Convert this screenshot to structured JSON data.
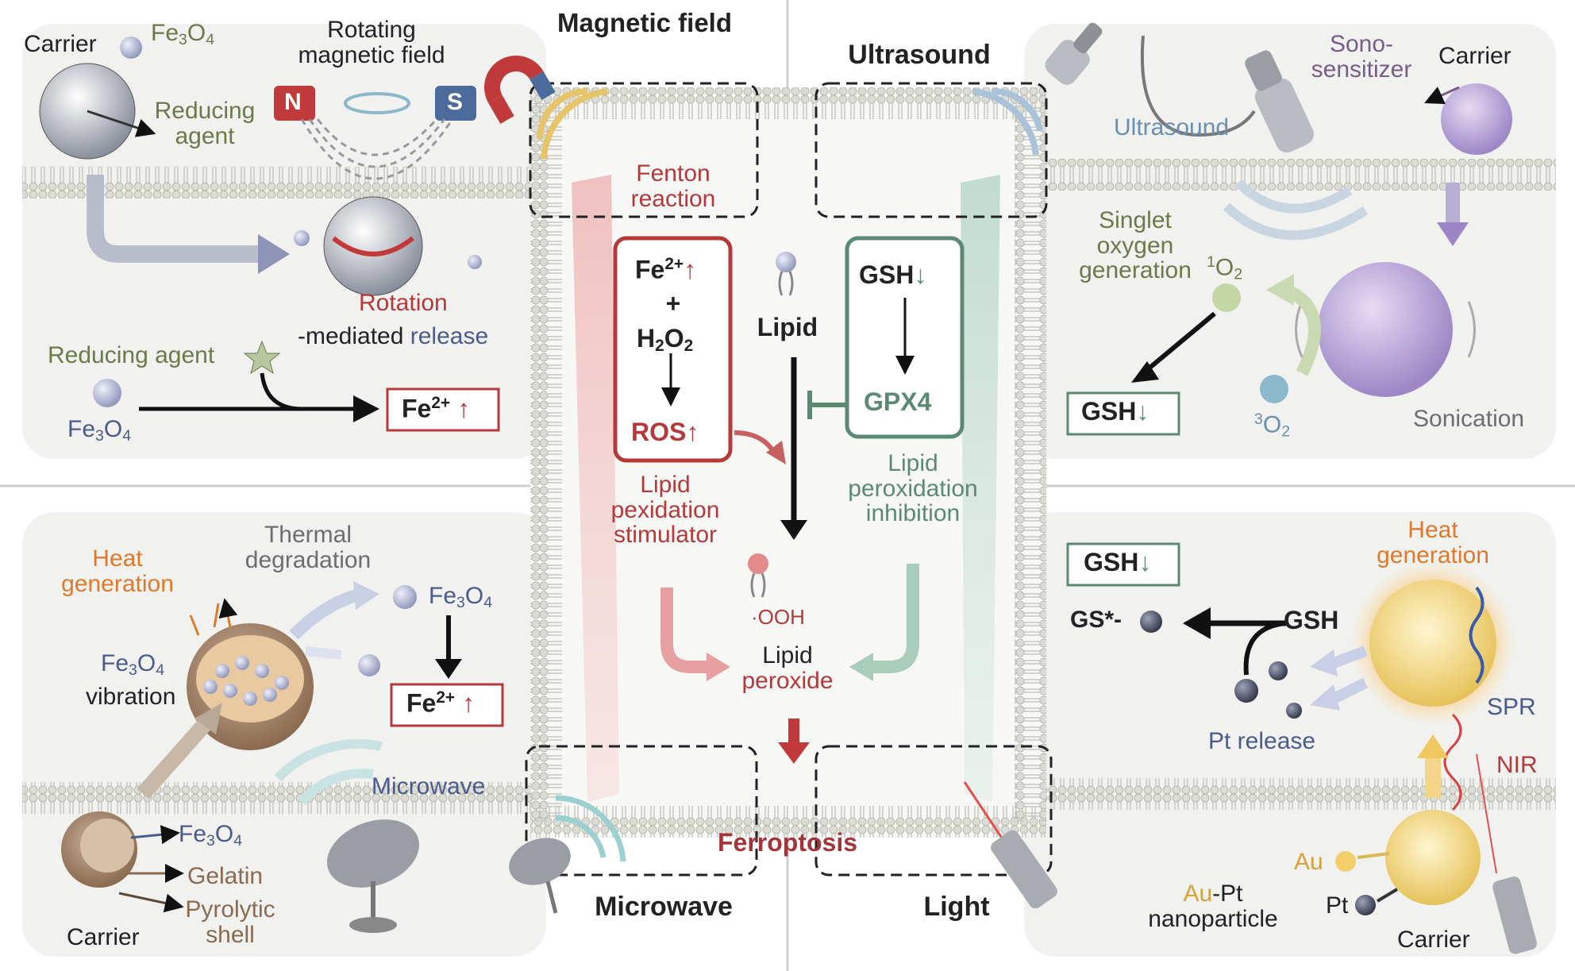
{
  "title": {
    "magnetic_field": "Magnetic field",
    "ultrasound": "Ultrasound",
    "microwave": "Microwave",
    "light": "Light"
  },
  "top_left": {
    "carrier": "Carrier",
    "fe3o4_prefix": "Fe",
    "fe3o4_sub1": "3",
    "fe3o4_o": "O",
    "fe3o4_sub2": "4",
    "rotating_field_1": "Rotating",
    "rotating_field_2": "magnetic field",
    "pole_n": "N",
    "pole_s": "S",
    "reducing_agent_1": "Reducing",
    "reducing_agent_2": "agent",
    "rotation": "Rotation",
    "mediated_release_prefix": "-mediated ",
    "mediated_release_suffix": "release",
    "reducing_agent_label": "Reducing agent",
    "fe2_box": "Fe",
    "fe2_sup": "2+"
  },
  "top_right": {
    "sono_1": "Sono-",
    "sono_2": "sensitizer",
    "carrier": "Carrier",
    "ultrasound": "Ultrasound",
    "singlet_1": "Singlet",
    "singlet_2": "oxygen",
    "singlet_3": "generation",
    "singlet_o2_sup": "1",
    "triplet_o2_sup": "3",
    "o2_o": "O",
    "o2_sub": "2",
    "gsh_box": "GSH",
    "sonication": "Sonication"
  },
  "center": {
    "fenton_1": "Fenton",
    "fenton_2": "reaction",
    "fe2": "Fe",
    "fe2_sup": "2+",
    "plus": "+",
    "h2o2_h": "H",
    "h2o2_sub1": "2",
    "h2o2_o": "O",
    "h2o2_sub2": "2",
    "ros": "ROS",
    "lipid": "Lipid",
    "gsh": "GSH",
    "gpx4": "GPX4",
    "stim_1": "Lipid",
    "stim_2": "pexidation",
    "stim_3": "stimulator",
    "inhib_1": "Lipid",
    "inhib_2": "peroxidation",
    "inhib_3": "inhibition",
    "ooh": "·OOH",
    "lipid_peroxide_1": "Lipid",
    "lipid_peroxide_2": "peroxide",
    "ferroptosis": "Ferroptosis"
  },
  "bottom_left": {
    "heat_1": "Heat",
    "heat_2": "generation",
    "thermal_1": "Thermal",
    "thermal_2": "degradation",
    "fe3o4": "Fe3O4",
    "vibration": "vibration",
    "fe2_box": "Fe",
    "fe2_sup": "2+",
    "microwave": "Microwave",
    "gelatin": "Gelatin",
    "pyrolytic_1": "Pyrolytic",
    "pyrolytic_2": "shell",
    "carrier": "Carrier"
  },
  "bottom_right": {
    "gsh_box": "GSH",
    "gs_star": "GS*-",
    "gsh": "GSH",
    "heat_1": "Heat",
    "heat_2": "generation",
    "pt_release": "Pt release",
    "spr": "SPR",
    "nir": "NIR",
    "au": "Au",
    "pt": "Pt",
    "aupt_1a": "Au",
    "aupt_1b": "-Pt",
    "aupt_2": "nanoparticle",
    "carrier": "Carrier"
  },
  "colors": {
    "red": "#b5393b",
    "green": "#5b8a72",
    "olive": "#6c7a4a",
    "blue": "#6a8fb0",
    "navy": "#4a5c8c",
    "orange": "#e07a2a",
    "purple": "#7a5c8a"
  }
}
